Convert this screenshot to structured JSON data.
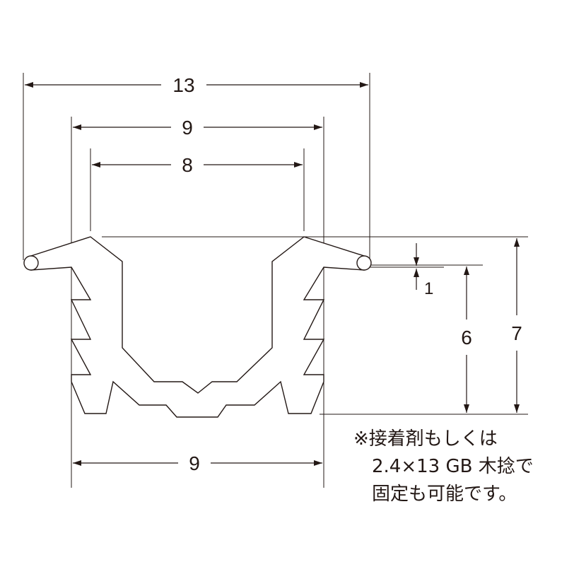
{
  "dimensions": {
    "overall_width": "13",
    "inner_top_width": "9",
    "channel_width": "8",
    "bottom_width": "9",
    "lip_offset": "1",
    "body_height": "6",
    "total_height": "7"
  },
  "note": {
    "line1": "※接着剤もしくは",
    "line2": "2.4×13 GB 木捻で",
    "line3": "固定も可能です。"
  },
  "colors": {
    "line": "#231815",
    "background": "#ffffff"
  }
}
